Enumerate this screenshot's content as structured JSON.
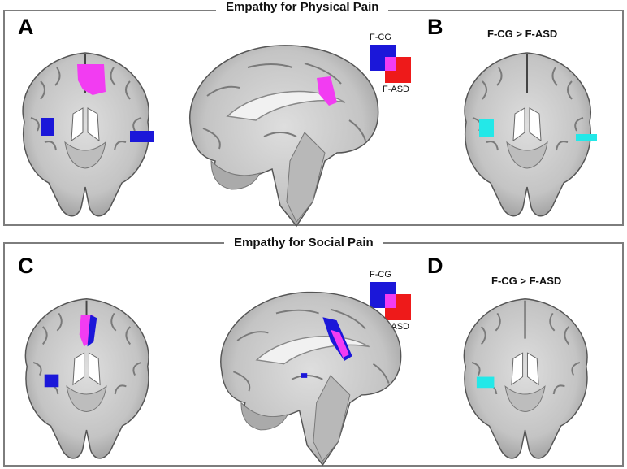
{
  "figure": {
    "top_panel": {
      "title": "Empathy for Physical Pain",
      "letter_left": "A",
      "letter_right": "B",
      "contrast": "F-CG > F-ASD",
      "legend": {
        "group_1": "F-CG",
        "group_2": "F-ASD"
      }
    },
    "bottom_panel": {
      "title": "Empathy for Social Pain",
      "letter_left": "C",
      "letter_right": "D",
      "contrast": "F-CG > F-ASD",
      "legend": {
        "group_1": "F-CG",
        "group_2": "F-ASD"
      }
    },
    "colors": {
      "group_1": "#1b17d9",
      "group_2": "#ee1a1a",
      "overlap": "#f23cf2",
      "contrast": "#23e8e8",
      "brain_tissue": "#cfcfcf",
      "frame": "#7d7d7d"
    }
  }
}
